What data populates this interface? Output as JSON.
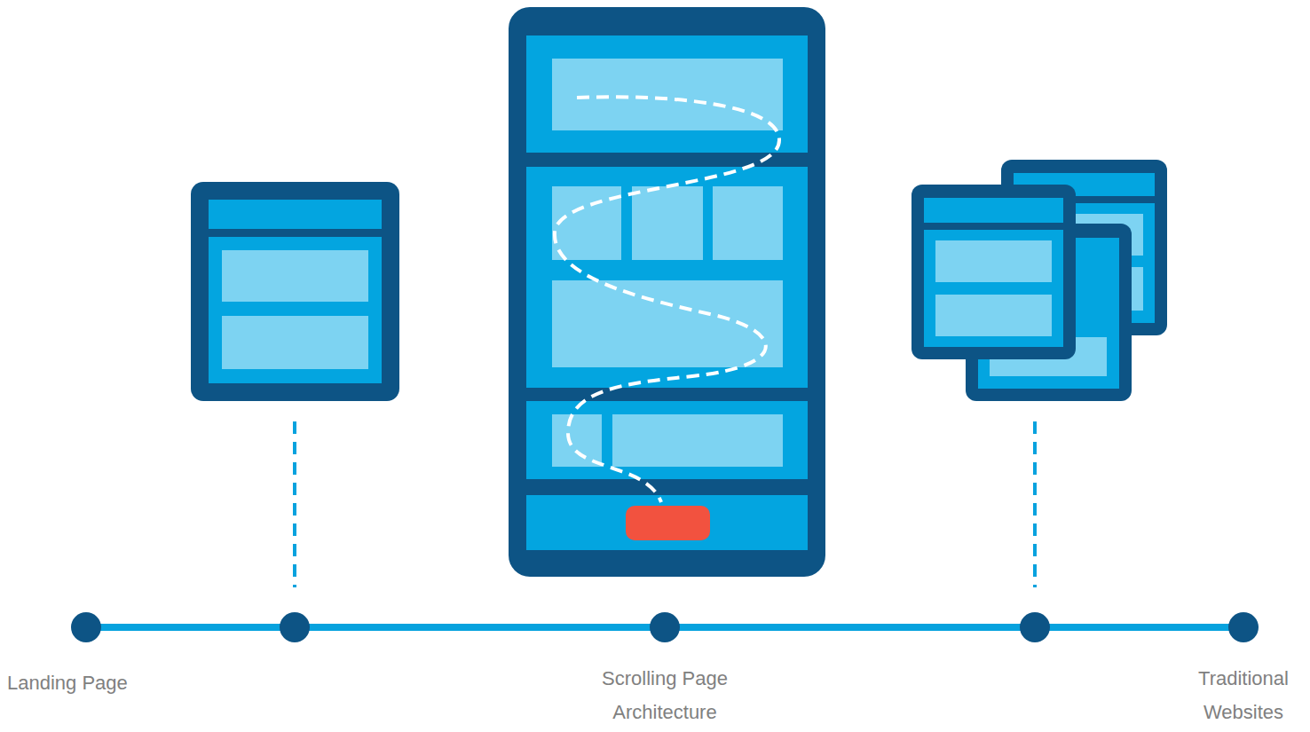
{
  "diagram": {
    "labels": [
      "Landing Page",
      "Scrolling Page Architecture",
      "Traditional Websites"
    ]
  }
}
